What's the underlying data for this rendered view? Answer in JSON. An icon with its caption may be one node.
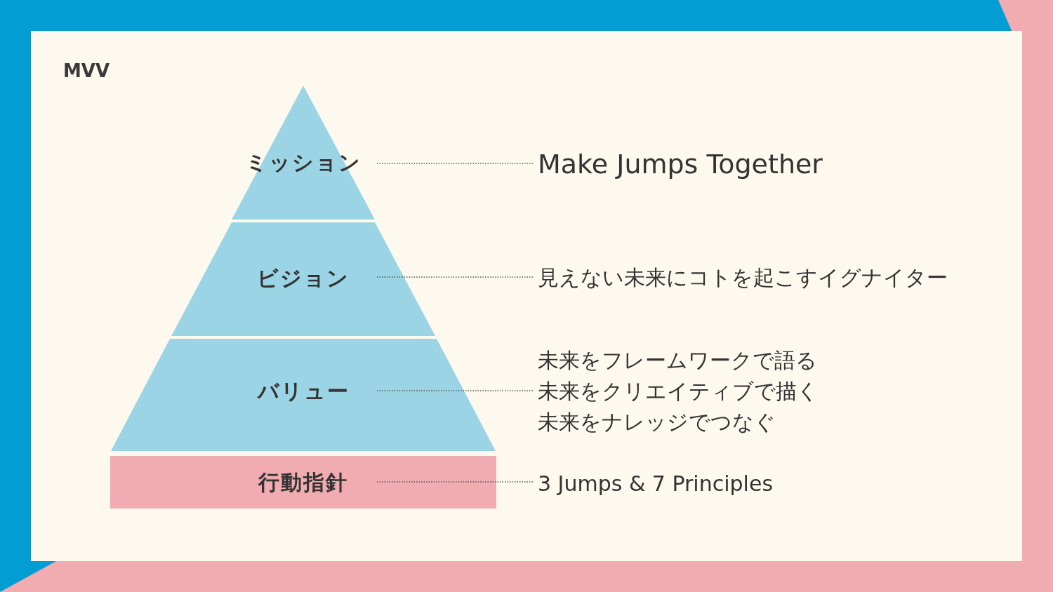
{
  "diagram": {
    "title": "MVV",
    "nodes": [
      {
        "text": [
          "ミッション"
        ]
      },
      {
        "text": [
          "ビジョン"
        ]
      },
      {
        "text": [
          "バリュー"
        ]
      },
      {
        "text": [
          "行動指針"
        ]
      },
      {
        "text": [
          "Make Jumps Together"
        ]
      },
      {
        "text": [
          "見えない未来にコトを起こすイグナイター"
        ]
      },
      {
        "text": [
          "未来をフレームワークで語る",
          "未来をクリエイティブで描く",
          "未来をナレッジでつなぐ"
        ]
      },
      {
        "text": [
          "3 Jumps & 7 Principles"
        ]
      }
    ],
    "edges": [
      {
        "from": 0,
        "to": 4,
        "arrow": "none",
        "style": "dashed"
      },
      {
        "from": 1,
        "to": 5,
        "arrow": "none",
        "style": "dashed"
      },
      {
        "from": 2,
        "to": 6,
        "arrow": "none",
        "style": "dashed"
      },
      {
        "from": 3,
        "to": 7,
        "arrow": "none",
        "style": "dashed"
      }
    ]
  }
}
